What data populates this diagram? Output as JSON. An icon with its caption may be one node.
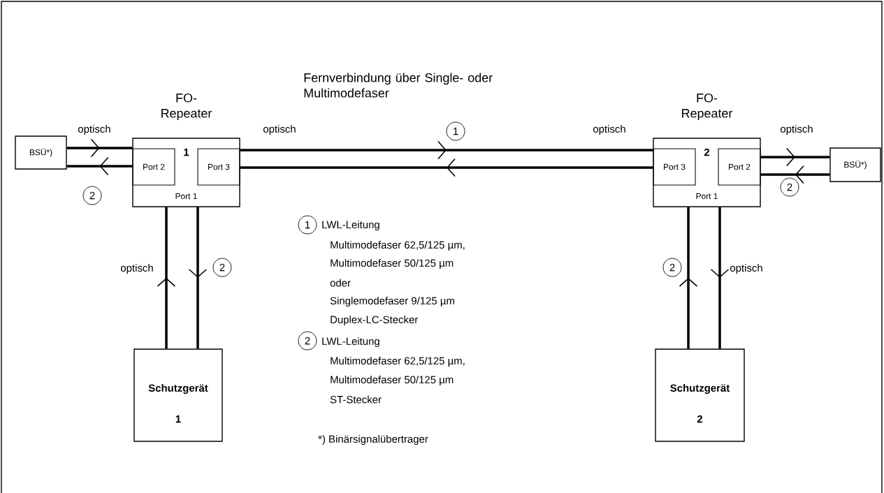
{
  "diagram": {
    "nodes": [
      {
        "text": [
          "FO- Repeater",
          "1"
        ]
      },
      {
        "text": [
          "Port 2"
        ],
        "in": 0
      },
      {
        "text": [
          "Port 3"
        ],
        "in": 0
      },
      {
        "text": [
          "Port 1"
        ],
        "in": 0
      },
      {
        "text": [
          "FO- Repeater",
          "2"
        ]
      },
      {
        "text": [
          "Port 3"
        ],
        "in": 4
      },
      {
        "text": [
          "Port 2"
        ],
        "in": 4
      },
      {
        "text": [
          "Port 1"
        ],
        "in": 4
      },
      {
        "text": [
          "BSÜ*)"
        ]
      },
      {
        "text": [
          "BSÜ*)"
        ]
      },
      {
        "text": [
          "Schutzgerät",
          "1"
        ]
      },
      {
        "text": [
          "Schutzgerät",
          "2"
        ]
      }
    ],
    "edges": [
      {
        "from": 8,
        "to": 1,
        "arrow": "to"
      },
      {
        "from": 1,
        "to": 8,
        "arrow": "to"
      },
      {
        "from": 2,
        "to": 5,
        "arrow": "to"
      },
      {
        "from": 5,
        "to": 2,
        "arrow": "to"
      },
      {
        "from": 6,
        "to": 9,
        "arrow": "to"
      },
      {
        "from": 9,
        "to": 6,
        "arrow": "to"
      },
      {
        "from": 10,
        "to": 3,
        "arrow": "to"
      },
      {
        "from": 3,
        "to": 10,
        "arrow": "to"
      },
      {
        "from": 11,
        "to": 7,
        "arrow": "to"
      },
      {
        "from": 7,
        "to": 11,
        "arrow": "to"
      }
    ],
    "labels": [
      "Fernverbindung über Single- oder Multimodefaser",
      "optisch",
      "optisch",
      "1",
      "optisch",
      "optisch",
      "2",
      "2",
      "1",
      "LWL-Leitung",
      "Multimodefaser 62,5/125 µm,",
      "Multimodefaser 50/125 µm",
      "oder",
      "Singlemodefaser 9/125 µm",
      "Duplex-LC-Stecker",
      "optisch",
      "2",
      "2",
      "optisch",
      "2",
      "LWL-Leitung",
      "Multimodefaser 62,5/125 µm,",
      "Multimodefaser 50/125 µm",
      "ST-Stecker",
      "*) Binärsignalübertrager"
    ]
  }
}
